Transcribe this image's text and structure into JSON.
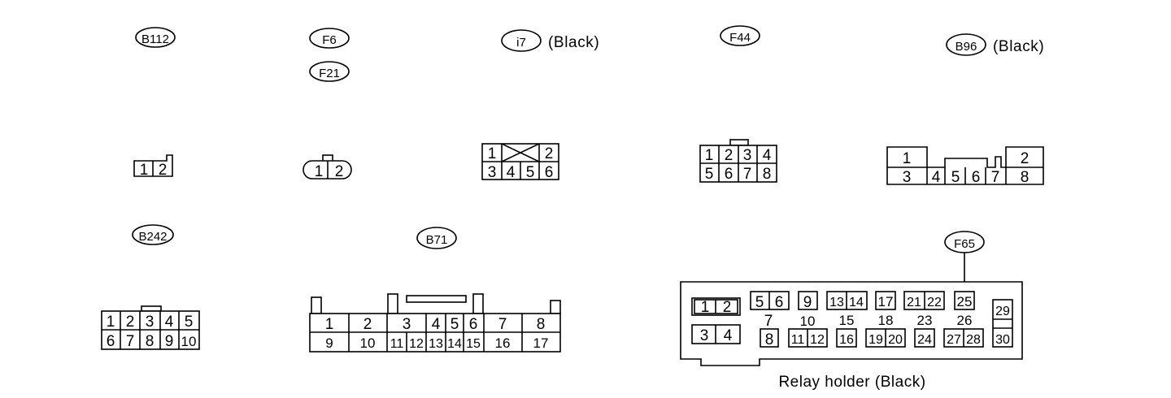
{
  "connectors": {
    "b112": {
      "label": "B112",
      "pins": [
        [
          "1",
          "2"
        ]
      ]
    },
    "f6": {
      "label": "F6"
    },
    "f21": {
      "label": "F21",
      "pins": [
        [
          "1",
          "2"
        ]
      ]
    },
    "i7": {
      "label": "i7",
      "note": "(Black)",
      "pins": [
        [
          "1",
          "2"
        ],
        [
          "3",
          "4",
          "5",
          "6"
        ]
      ]
    },
    "f44": {
      "label": "F44",
      "pins": [
        [
          "1",
          "2",
          "3",
          "4"
        ],
        [
          "5",
          "6",
          "7",
          "8"
        ]
      ]
    },
    "b96": {
      "label": "B96",
      "note": "(Black)",
      "pins": [
        "1",
        "2",
        "3",
        "4",
        "5",
        "6",
        "7",
        "8"
      ]
    },
    "b242": {
      "label": "B242",
      "pins": [
        [
          "1",
          "2",
          "3",
          "4",
          "5"
        ],
        [
          "6",
          "7",
          "8",
          "9",
          "10"
        ]
      ]
    },
    "b71": {
      "label": "B71",
      "top": [
        "1",
        "2",
        "3",
        "4",
        "5",
        "6",
        "7",
        "8"
      ],
      "bottom": [
        "9",
        "10",
        "11",
        "12",
        "13",
        "14",
        "15",
        "16",
        "17"
      ]
    },
    "f65": {
      "label": "F65"
    }
  },
  "relay_holder": {
    "caption": "Relay holder (Black)",
    "pins": [
      "1",
      "2",
      "3",
      "4",
      "5",
      "6",
      "7",
      "8",
      "9",
      "10",
      "11",
      "12",
      "13",
      "14",
      "15",
      "16",
      "17",
      "18",
      "19",
      "20",
      "21",
      "22",
      "23",
      "24",
      "25",
      "26",
      "27",
      "28",
      "29",
      "30"
    ]
  }
}
